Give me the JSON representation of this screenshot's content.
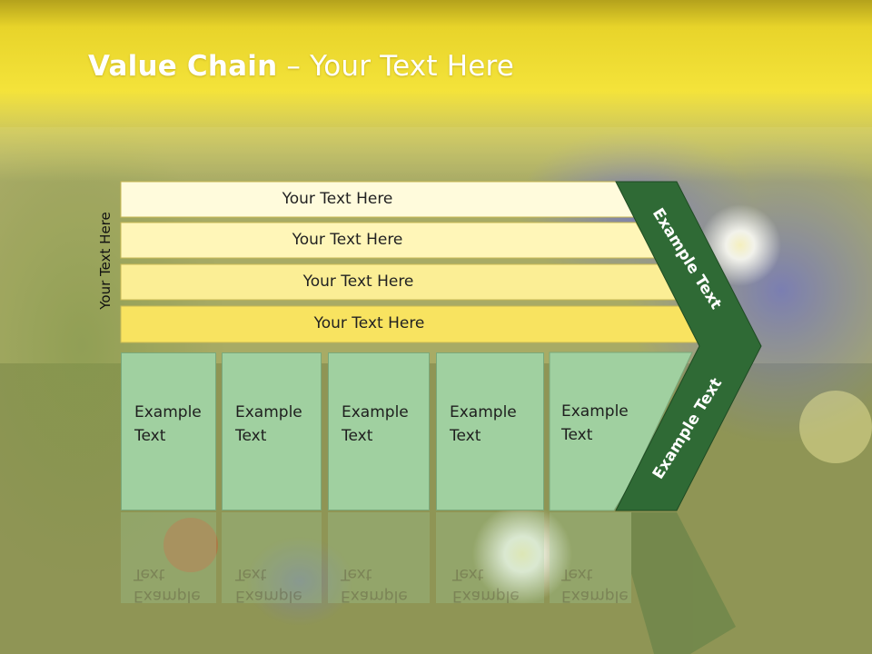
{
  "title": {
    "bold": "Value Chain",
    "rest": " – Your Text Here"
  },
  "side_label": "Your Text Here",
  "bars": [
    {
      "label": "Your Text Here",
      "color": "#fffbdc"
    },
    {
      "label": "Your Text Here",
      "color": "#fff6b8"
    },
    {
      "label": "Your Text Here",
      "color": "#fbee95"
    },
    {
      "label": "Your Text Here",
      "color": "#f8e360"
    }
  ],
  "boxes": [
    {
      "text": "Example\nText"
    },
    {
      "text": "Example\nText"
    },
    {
      "text": "Example\nText"
    },
    {
      "text": "Example\nText"
    },
    {
      "text": "Example\nText"
    }
  ],
  "chevron": {
    "upper": "Example Text",
    "lower": "Example Text",
    "color": "#2f6a35"
  }
}
